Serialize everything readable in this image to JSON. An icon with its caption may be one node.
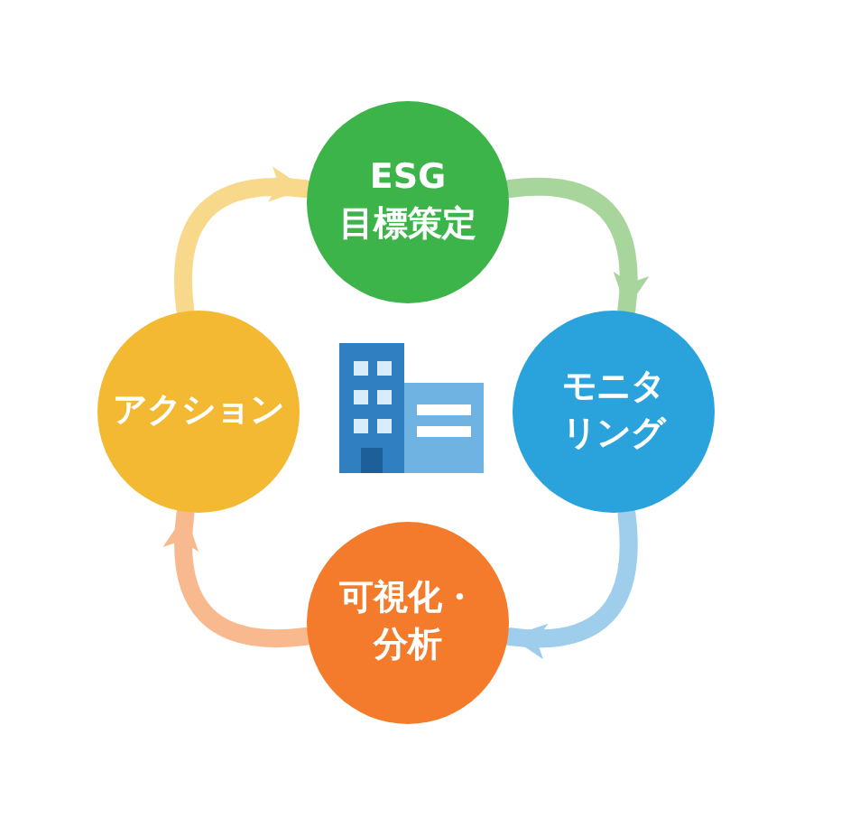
{
  "diagram": {
    "nodes": [
      {
        "text": [
          "ESG 目標策定"
        ]
      },
      {
        "text": [
          "モニタリング"
        ]
      },
      {
        "text": [
          "可視化・分析"
        ]
      },
      {
        "text": [
          "アクション"
        ]
      }
    ],
    "edges": [
      {
        "from": 0,
        "to": 1,
        "arrow": "to",
        "color": "#a8d59c"
      },
      {
        "from": 1,
        "to": 2,
        "arrow": "to",
        "color": "#9fcdec"
      },
      {
        "from": 2,
        "to": 3,
        "arrow": "to",
        "color": "#f8b98e"
      },
      {
        "from": 3,
        "to": 0,
        "arrow": "to",
        "color": "#f8d98c"
      }
    ]
  }
}
